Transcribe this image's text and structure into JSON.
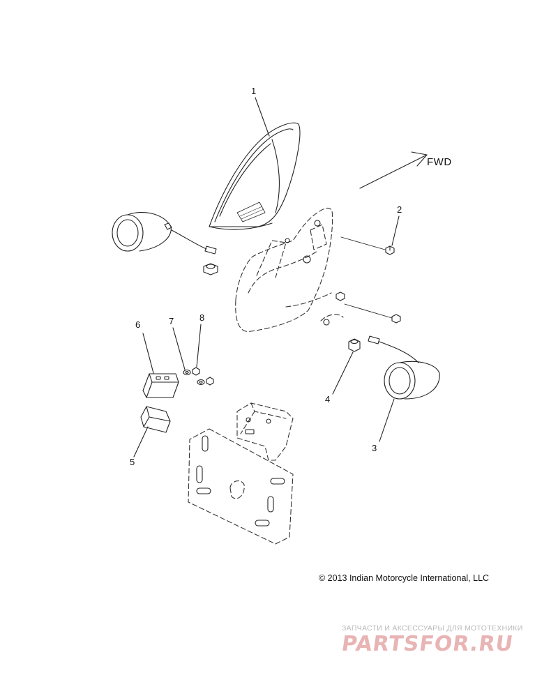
{
  "callouts": [
    "1",
    "2",
    "3",
    "4",
    "5",
    "6",
    "7",
    "8"
  ],
  "direction_label": "FWD",
  "copyright": "© 2013 Indian Motorcycle International, LLC",
  "watermark": {
    "tagline": "ЗАПЧАСТИ И АКСЕССУАРЫ ДЛЯ МОТОТЕХНИКИ",
    "logo": "PARTSFOR.RU"
  },
  "colors": {
    "line": "#222222",
    "dashed": "#444444",
    "watermark_logo": "#e8b4b4",
    "watermark_text": "#b9b9b9"
  }
}
